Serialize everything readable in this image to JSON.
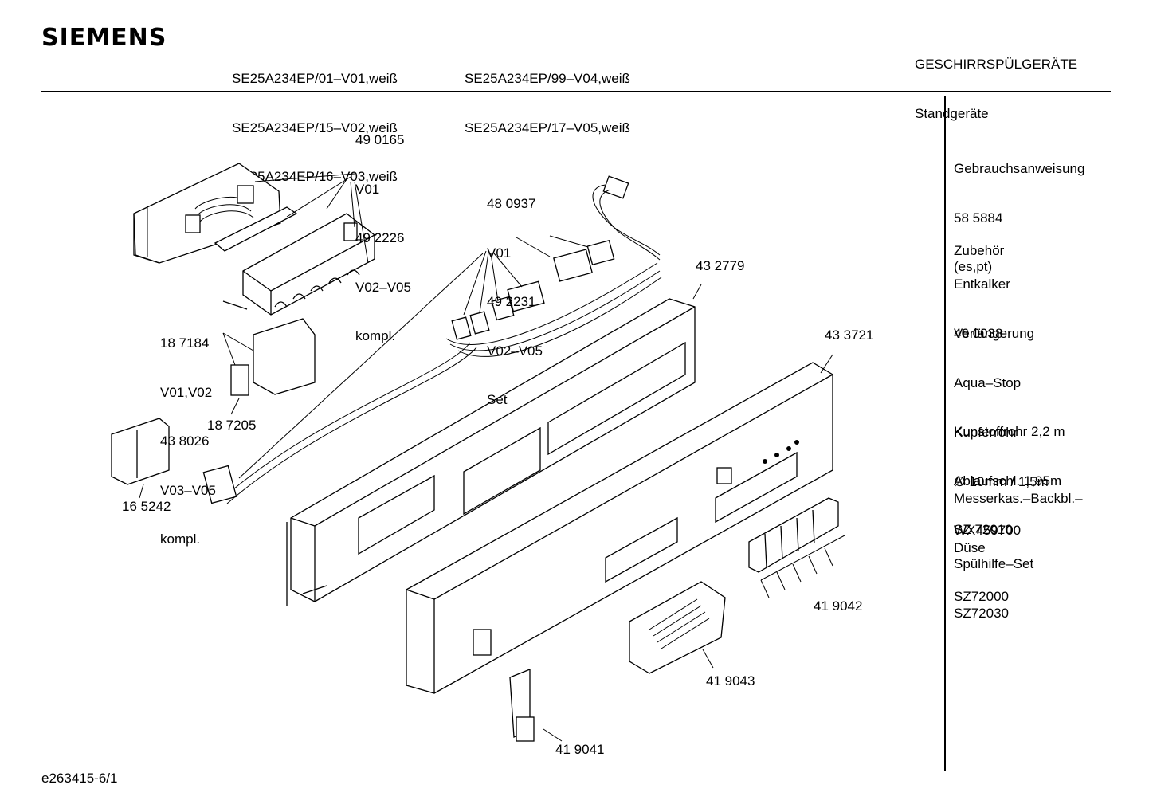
{
  "header": {
    "brand": "SIEMENS",
    "models_col1": [
      "SE25A234EP/01–V01,weiß",
      "SE25A234EP/15–V02,weiß",
      "SE25A234EP/16–V03,weiß"
    ],
    "models_col2": [
      "SE25A234EP/99–V04,weiß",
      "SE25A234EP/17–V05,weiß"
    ],
    "category": "GESCHIRRSPÜLGERÄTE",
    "subcategory": "Standgeräte"
  },
  "labels": {
    "p490165": [
      "49 0165",
      "V01",
      "49 2226",
      "V02–V05",
      "kompl."
    ],
    "p480937": [
      "48 0937",
      "V01",
      "49 2231",
      "V02–V05",
      "Set"
    ],
    "p432779": "43 2779",
    "p433721": "43 3721",
    "p187184": [
      "18 7184",
      "V01,V02",
      "43 8026",
      "V03–V05",
      "kompl."
    ],
    "p187205": "18 7205",
    "p165242": "16 5242",
    "p419042": "41 9042",
    "p419043": "41 9043",
    "p419041": "41 9041"
  },
  "sidebar": [
    [
      "Gebrauchsanweisung",
      "58 5884",
      "(es,pt)"
    ],
    [
      "Zubehör"
    ],
    [
      "Entkalker",
      "46 0038"
    ],
    [
      "Verlängerung",
      "Aqua–Stop",
      "Kunstoffrohr 2,2 m",
      "Ablaufschl. 1,95m",
      "SZ 72010"
    ],
    [
      "Kupferrohr",
      "∅ 10mm / 1,5m",
      "WX459700"
    ],
    [
      "Messerkas.–Backbl.–",
      "Düse",
      "SZ72000"
    ],
    [
      "Spülhilfe–Set",
      "SZ72030"
    ]
  ],
  "footer": {
    "drawing_id": "e263415-6/1"
  }
}
